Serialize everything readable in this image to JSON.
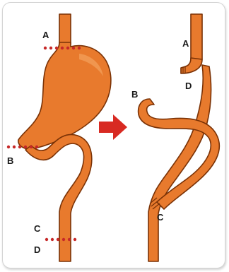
{
  "diagram": {
    "colors": {
      "organ_fill": "#e87a2d",
      "organ_stroke": "#7a3206",
      "organ_highlight": "#f4a25e",
      "cut_dots": "#c62828",
      "arrow": "#d82a22",
      "frame_border": "#d4d4d4"
    },
    "before": {
      "labels": {
        "a": "A",
        "b": "B",
        "c": "C",
        "d": "D"
      }
    },
    "after": {
      "labels": {
        "a": "A",
        "b": "B",
        "c": "C",
        "d": "D"
      }
    },
    "transition_arrow_icon": "right-arrow-icon"
  }
}
